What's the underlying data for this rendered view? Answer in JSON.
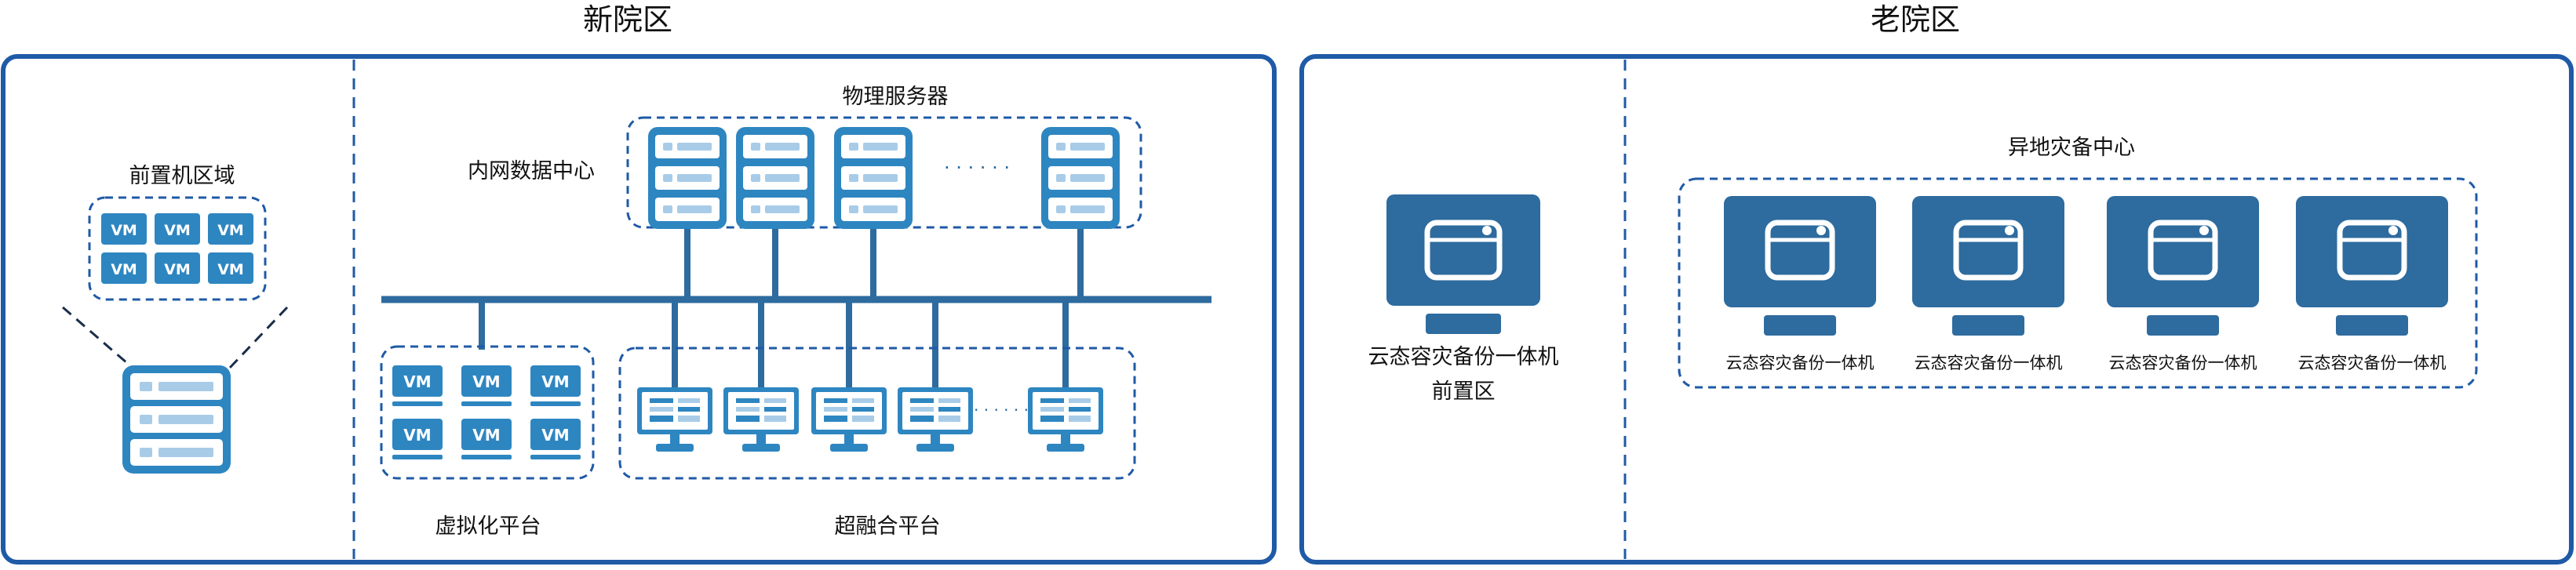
{
  "colors": {
    "frame": "#1f5aa6",
    "accent": "#2e86c1",
    "dark": "#2e6b9e",
    "dashed": "#1f5aa6",
    "light": "#a8cce8",
    "text": "#111111"
  },
  "new_campus": {
    "title": "新院区",
    "front_region_label": "前置机区域",
    "vm_label": "VM",
    "intranet_label": "内网数据中心",
    "physical_servers_label": "物理服务器",
    "ellipsis": "· · · · · ·",
    "virtual_platform_label": "虚拟化平台",
    "hci_platform_label": "超融合平台"
  },
  "old_campus": {
    "title": "老院区",
    "front_appliance_line1": "云态容灾备份一体机",
    "front_appliance_line2": "前置区",
    "offsite_center_label": "异地灾备中心",
    "appliances": [
      {
        "label": "云态容灾备份一体机"
      },
      {
        "label": "云态容灾备份一体机"
      },
      {
        "label": "云态容灾备份一体机"
      },
      {
        "label": "云态容灾备份一体机"
      }
    ]
  }
}
